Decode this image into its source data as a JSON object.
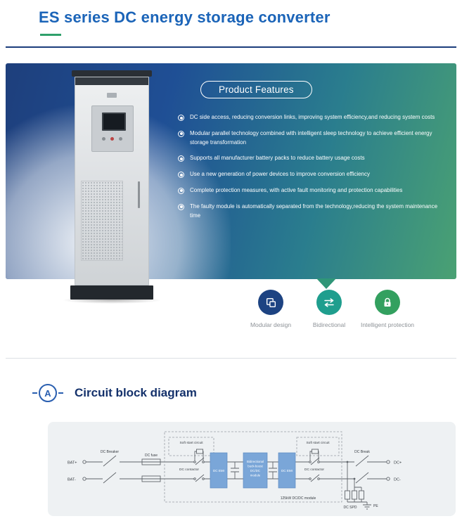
{
  "page": {
    "title": "ES series DC energy storage converter"
  },
  "hero": {
    "features_title": "Product Features",
    "features": [
      "DC side access, reducing conversion links, improving system efficiency,and reducing system costs",
      "Modular parallel technology combined with intelligent sleep technology to achieve efficient energy storage transformation",
      "Supports all manufacturer battery packs to reduce battery usage costs",
      "Use a new generation of power devices to improve conversion efficiency",
      "Complete protection measures, with active fault monitoring and protection capabilities",
      "The faulty module is automatically separated from the technology,reducing the system maintenance time"
    ]
  },
  "highlights": [
    {
      "label": "Modular design",
      "icon": "modules-icon",
      "color": "#1d4382"
    },
    {
      "label": "Bidirectional",
      "icon": "bidirectional-arrows-icon",
      "color": "#1f9e8e"
    },
    {
      "label": "Intelligent protection",
      "icon": "lock-icon",
      "color": "#33a05f"
    }
  ],
  "section": {
    "marker": "A",
    "title": "Circuit block diagram"
  },
  "colors": {
    "title_blue": "#1b64b8",
    "accent_green": "#2fa06b",
    "rule_navy": "#1c3d7c",
    "banner_start": "#1e3f7c",
    "banner_end": "#4aa173",
    "pointer_teal": "#2f9678"
  },
  "diagram": {
    "bat_plus": "BAT+",
    "bat_minus": "BAT-",
    "dc_breaker": "DC Breaker",
    "dc_fuse": "DC fuse",
    "soft_start": "Soft start circuit",
    "dc_contactor": "DC contactor",
    "dc_emi": "DC EMI",
    "module_lines": [
      "Bidirectional",
      "buck-boost",
      "DC/DC",
      "module"
    ],
    "dc_break": "DC Break",
    "dc_plus": "DC+",
    "dc_minus": "DC-",
    "module_label": "125kW DC/DC module",
    "dc_spd": "DC SPD",
    "pe": "PE"
  }
}
